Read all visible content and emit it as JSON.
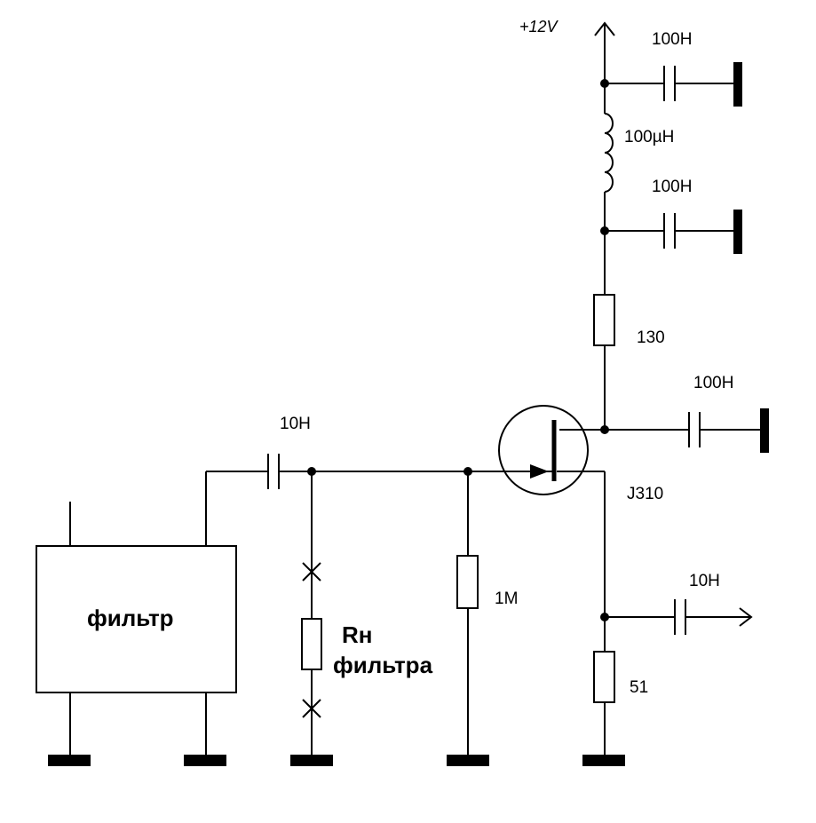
{
  "power": {
    "label": "+12V"
  },
  "filter": {
    "label": "фильтр"
  },
  "load": {
    "line1": "Rн",
    "line2": "фильтра"
  },
  "components": {
    "c_decouple_top": "100Н",
    "inductor": "100µН",
    "c_decouple_mid": "100Н",
    "r_drain": "130",
    "c_drain_bypass": "100Н",
    "transistor": "J310",
    "c_input": "10Н",
    "r_gate": "1М",
    "c_output": "10Н",
    "r_source": "51"
  }
}
